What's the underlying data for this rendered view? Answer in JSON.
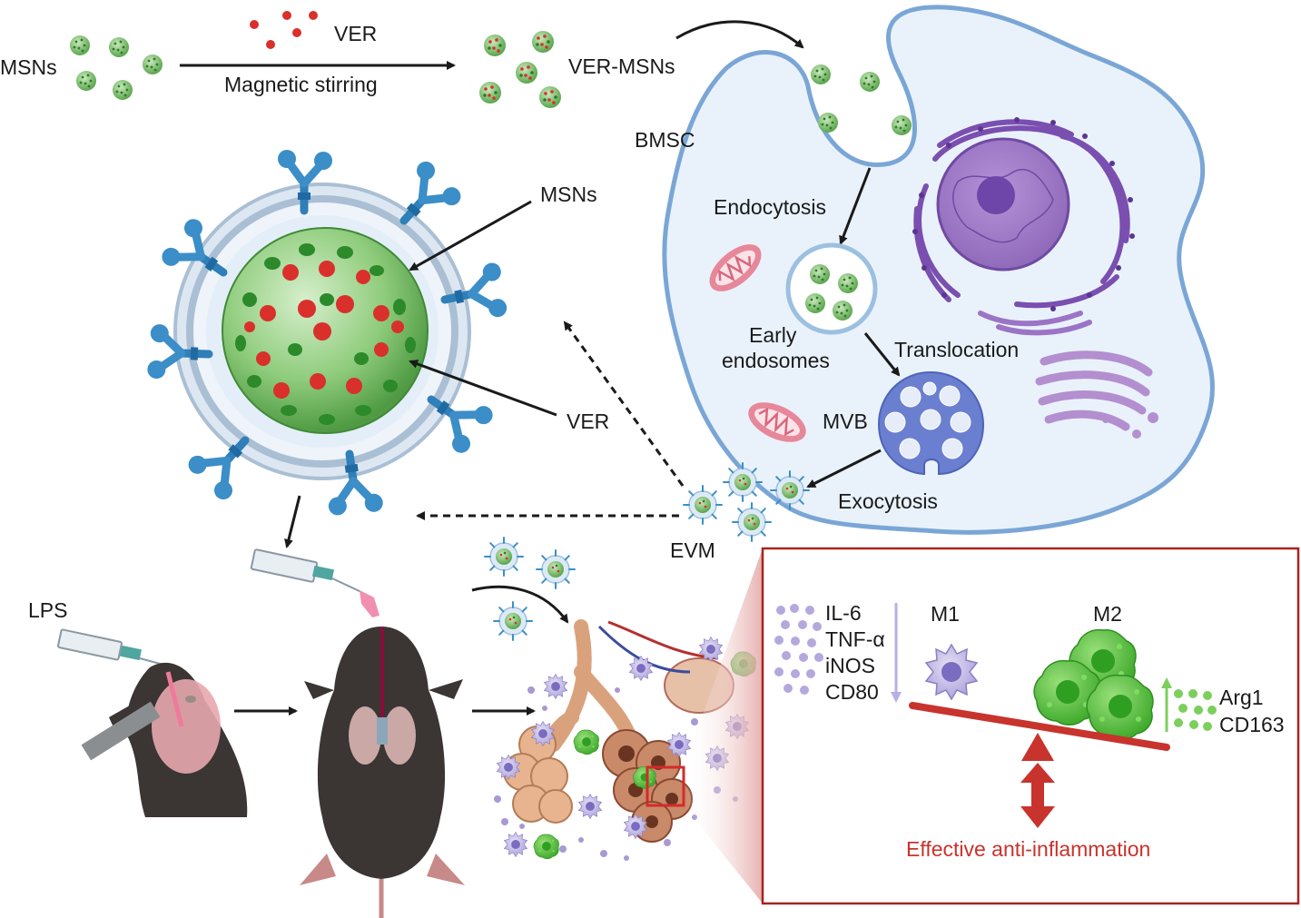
{
  "labels": {
    "msns_top": "MSNs",
    "ver_top": "VER",
    "magnetic_stirring": "Magnetic stirring",
    "ver_msns": "VER-MSNs",
    "bmsc": "BMSC",
    "msns_detail": "MSNs",
    "ver_detail": "VER",
    "endocytosis": "Endocytosis",
    "early_endosomes_line1": "Early",
    "early_endosomes_line2": "endosomes",
    "translocation": "Translocation",
    "mvb": "MVB",
    "exocytosis": "Exocytosis",
    "evm": "EVM",
    "lps": "LPS",
    "m1": "M1",
    "m2": "M2",
    "m1_markers": [
      "IL-6",
      "TNF-α",
      "iNOS",
      "CD80"
    ],
    "m2_markers": [
      "Arg1",
      "CD163"
    ],
    "effective": "Effective anti-inflammation"
  },
  "colors": {
    "nanoparticle_green": "#8cc97a",
    "drug_red": "#d9302b",
    "antibody_blue": "#3b8ec7",
    "cell_fill": "#e9f2fb",
    "cell_border": "#7aa6d6",
    "nucleus_purple": "#8a62b5",
    "mito_pink": "#e7889a",
    "mvb_blue": "#6a7fd0",
    "box_red": "#a8231f",
    "m2_green": "#55c040",
    "m1_lilac": "#b4a8dc",
    "mouse_dark": "#3b3533",
    "lung_tan": "#d9a27d"
  }
}
